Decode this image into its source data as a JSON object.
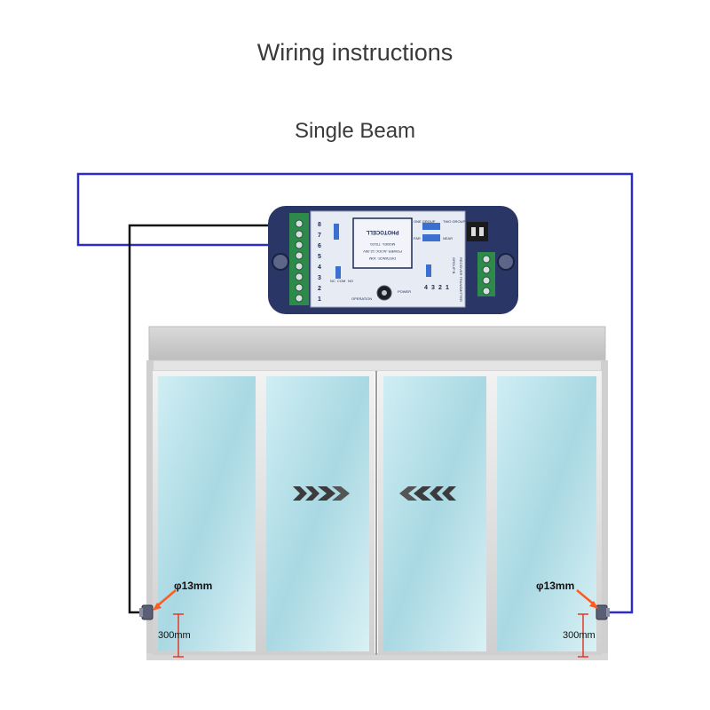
{
  "title": "Wiring instructions",
  "subtitle": "Single Beam",
  "controller": {
    "name": "PHOTOCELL",
    "mode_left": "ONE GROUP",
    "mode_right": "TWO GROUPS",
    "range_left": "FAR",
    "range_right": "NEAR",
    "model_line": "MODEL: TS101",
    "power_line": "POWER: AC/DC 12-36V",
    "distance_line": "DISTANCE: 10M",
    "terminal_numbers_left": [
      "8",
      "7",
      "6",
      "5",
      "4",
      "3",
      "2",
      "1"
    ],
    "terminal_numbers_right": [
      "4",
      "3",
      "2",
      "1"
    ],
    "receiver_label": "RECEIVER TRANSMITTER",
    "group_label": "GROUP B",
    "power_led_label": "POWER",
    "operation_label": "OPERATION",
    "relay_labels": [
      "NC",
      "COM",
      "NO"
    ]
  },
  "sensors": {
    "diameter_label": "φ13mm",
    "height_label": "300mm"
  },
  "colors": {
    "blue_wire": "#2b2bd0",
    "black_wire": "#111111",
    "arrow": "#ff5a1f",
    "dimension": "#e23b2b",
    "housing": "#2a3766",
    "pcb": "#e7ebf3",
    "glass": "#bfe2ea"
  },
  "icons": {
    "door_left_arrow": "chevrons-right-icon",
    "door_right_arrow": "chevrons-left-icon"
  }
}
